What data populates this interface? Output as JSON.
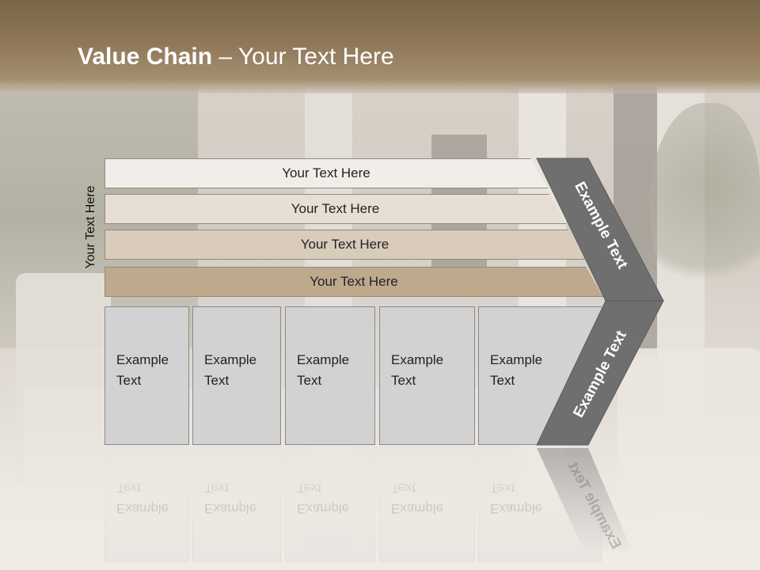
{
  "title": {
    "bold": "Value Chain",
    "rest": " – Your Text Here"
  },
  "side_label": "Your Text Here",
  "rows": [
    {
      "label": "Your Text Here",
      "color": "#f1eeea"
    },
    {
      "label": "Your Text Here",
      "color": "#e7dfd5"
    },
    {
      "label": "Your Text Here",
      "color": "#d9ccbb"
    },
    {
      "label": "Your Text Here",
      "color": "#bea98d"
    }
  ],
  "cells": [
    {
      "line1": "Example",
      "line2": "Text"
    },
    {
      "line1": "Example",
      "line2": "Text"
    },
    {
      "line1": "Example",
      "line2": "Text"
    },
    {
      "line1": "Example",
      "line2": "Text"
    },
    {
      "line1": "Example",
      "line2": "Text"
    }
  ],
  "chevron": {
    "upper_text": "Example Text",
    "lower_text": "Example Text",
    "color": "#6f6f6f"
  },
  "colors": {
    "header": "#8e7758",
    "title": "#ffffff",
    "cell": "#d2d2d2"
  }
}
